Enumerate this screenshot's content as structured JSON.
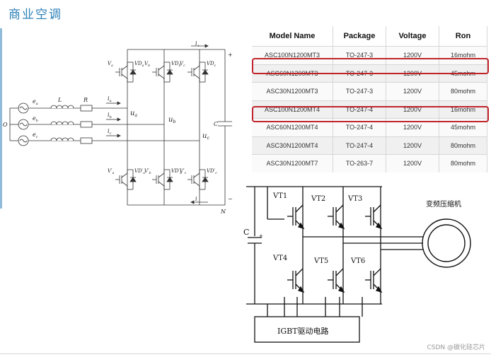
{
  "page": {
    "title": "商业空调",
    "watermark": "CSDN @碳化硅芯片"
  },
  "rectifier": {
    "labels": {
      "O": "O",
      "L": "L",
      "R": "R",
      "C": "C",
      "N": "N",
      "ea": "e",
      "ea_sub": "a",
      "eb": "e",
      "eb_sub": "b",
      "ec": "e",
      "ec_sub": "c",
      "ia": "i",
      "ia_sub": "a",
      "ib": "i",
      "ib_sub": "b",
      "ic": "i",
      "ic_sub": "c",
      "ua": "u",
      "ua_sub": "a",
      "ub": "u",
      "ub_sub": "b",
      "uc": "u",
      "uc_sub": "c",
      "it": "i",
      "it_sub": "+",
      "ib2": "i",
      "ib2_sub": "-",
      "plus": "+",
      "minus": "−"
    },
    "switches_top": [
      {
        "v": "V",
        "sub": "a",
        "vd": "VD",
        "vd_sub": "a"
      },
      {
        "v": "V",
        "sub": "b",
        "vd": "VD",
        "vd_sub": "b"
      },
      {
        "v": "V",
        "sub": "c",
        "vd": "VD",
        "vd_sub": "c"
      }
    ],
    "switches_bottom": [
      {
        "v": "V′",
        "sub": "a",
        "vd": "VD′",
        "vd_sub": "a"
      },
      {
        "v": "V′",
        "sub": "b",
        "vd": "VD′",
        "vd_sub": "b"
      },
      {
        "v": "V′",
        "sub": "c",
        "vd": "VD′",
        "vd_sub": "c"
      }
    ]
  },
  "spec_table": {
    "headers": [
      "Model Name",
      "Package",
      "Voltage",
      "Ron"
    ],
    "rows": [
      [
        "ASC100N1200MT3",
        "TO-247-3",
        "1200V",
        "16mohm"
      ],
      [
        "ASC60N1200MT3",
        "TO-247-3",
        "1200V",
        "45mohm"
      ],
      [
        "ASC30N1200MT3",
        "TO-247-3",
        "1200V",
        "80mohm"
      ],
      [
        "ASC100N1200MT4",
        "TO-247-4",
        "1200V",
        "16mohm"
      ],
      [
        "ASC60N1200MT4",
        "TO-247-4",
        "1200V",
        "45mohm"
      ],
      [
        "ASC30N1200MT4",
        "TO-247-4",
        "1200V",
        "80mohm"
      ],
      [
        "ASC30N1200MT7",
        "TO-263-7",
        "1200V",
        "80mohm"
      ]
    ],
    "highlight_color": "#c0232b"
  },
  "inverter": {
    "labels": {
      "vt1": "VT1",
      "vt2": "VT2",
      "vt3": "VT3",
      "vt4": "VT4",
      "vt5": "VT5",
      "vt6": "VT6",
      "cap": "C",
      "cap_plus": "+",
      "motor": "变频压缩机",
      "driver": "IGBT驱动电路"
    }
  }
}
